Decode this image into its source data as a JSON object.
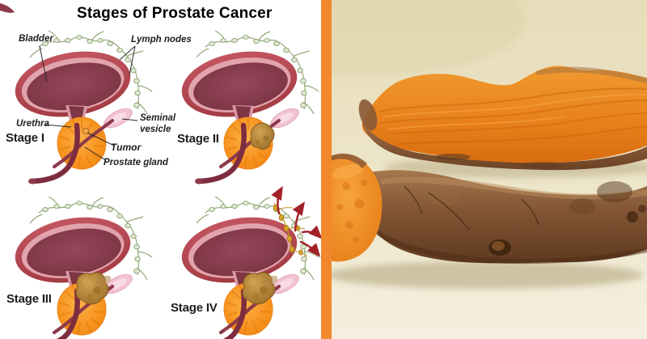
{
  "infographic": {
    "title": "Stages of Prostate Cancer",
    "labels": {
      "bladder": "Bladder",
      "lymph_nodes": "Lymph nodes",
      "urethra": "Urethra",
      "seminal_vesicle": "Seminal vesicle",
      "tumor": "Tumor",
      "prostate_gland": "Prostate gland"
    },
    "stages": [
      {
        "label": "Stage I"
      },
      {
        "label": "Stage II"
      },
      {
        "label": "Stage III"
      },
      {
        "label": "Stage IV"
      }
    ]
  },
  "photo": {
    "subject": "Turmeric roots, one cut open showing orange flesh"
  },
  "colors": {
    "divider_orange": "#f1882a",
    "prostate_orange": "#f7941e",
    "bladder_wall_red": "#b5494f",
    "bladder_interior_maroon": "#7a3140",
    "bladder_rim_pink": "#e2a4ac",
    "seminal_vesicle_pink": "#f2c3d0",
    "lymph_green": "#94aa78",
    "tumor_brown": "#b5842f",
    "metastasis_gold": "#d9a42b",
    "metastasis_arrow_red": "#a32028",
    "photo_background_cream": "#ece4c6",
    "turmeric_flesh_orange": "#e87f1a",
    "turmeric_skin_brown": "#815434"
  }
}
